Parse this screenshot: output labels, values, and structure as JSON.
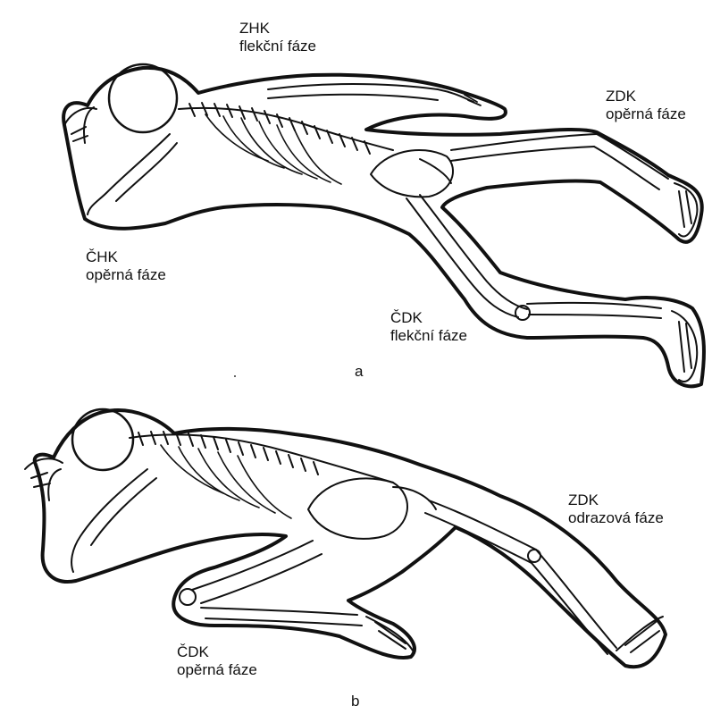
{
  "figure_a": {
    "sublabel": "a",
    "labels": [
      {
        "id": "zhk",
        "line1": "ZHK",
        "line2": "flekční fáze"
      },
      {
        "id": "zdk",
        "line1": "ZDK",
        "line2": "opěrná fáze"
      },
      {
        "id": "chk",
        "line1": "ČHK",
        "line2": "opěrná fáze"
      },
      {
        "id": "cdk",
        "line1": "ČDK",
        "line2": "flekční fáze"
      }
    ]
  },
  "figure_b": {
    "sublabel": "b",
    "labels": [
      {
        "id": "zdk",
        "line1": "ZDK",
        "line2": "odrazová fáze"
      },
      {
        "id": "cdk",
        "line1": "ČDK",
        "line2": "opěrná fáze"
      }
    ]
  },
  "colors": {
    "ink": "#111111",
    "paper": "#ffffff"
  }
}
